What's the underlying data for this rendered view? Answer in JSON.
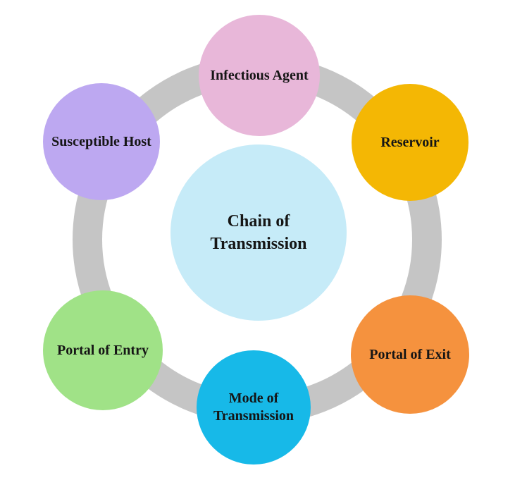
{
  "diagram": {
    "type": "circular-cycle-diagram",
    "background_color": "#FFFFFF",
    "ring_color": "#C5C5C5",
    "text_color": "#151515",
    "center": {
      "label": "Chain of Transmission",
      "color": "#C6EBF8"
    },
    "nodes": [
      {
        "id": "infectious-agent",
        "label": "Infectious Agent",
        "color": "#E8B7D9",
        "position": "top"
      },
      {
        "id": "reservoir",
        "label": "Reservoir",
        "color": "#F4B704",
        "position": "top-right"
      },
      {
        "id": "portal-of-exit",
        "label": "Portal of Exit",
        "color": "#F5923E",
        "position": "bottom-right"
      },
      {
        "id": "mode-of-transmission",
        "label": "Mode of Transmission",
        "color": "#17B9E8",
        "position": "bottom"
      },
      {
        "id": "portal-of-entry",
        "label": "Portal of Entry",
        "color": "#A0E287",
        "position": "bottom-left"
      },
      {
        "id": "susceptible-host",
        "label": "Susceptible Host",
        "color": "#BDA8F1",
        "position": "top-left"
      }
    ]
  }
}
